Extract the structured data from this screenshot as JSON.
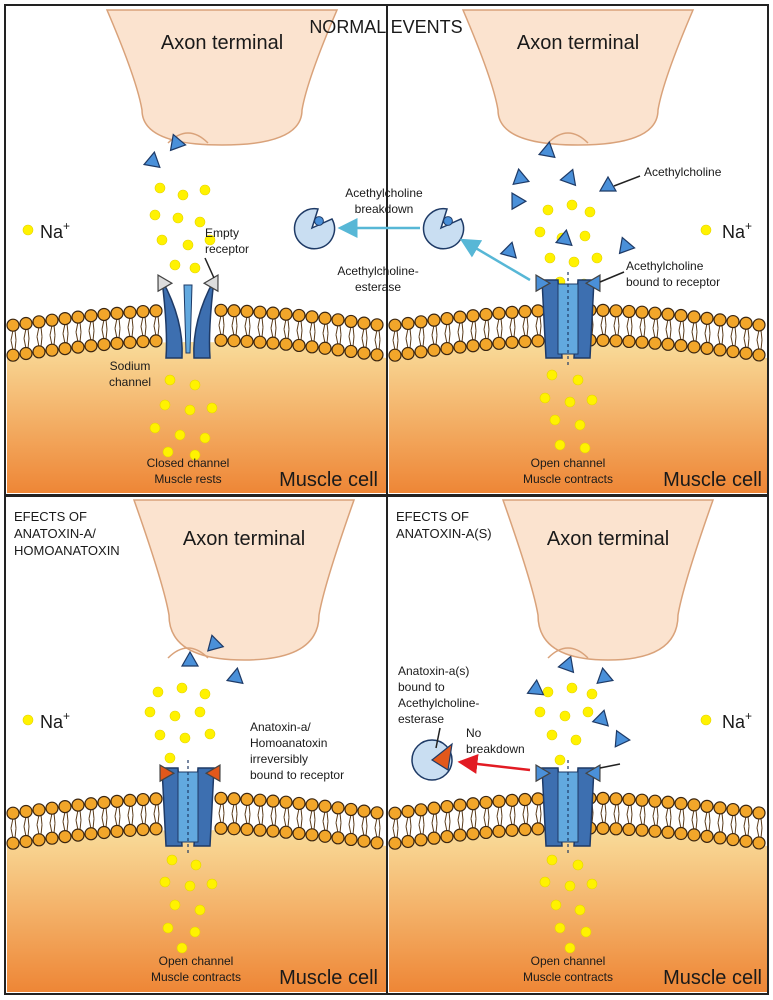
{
  "panels": {
    "normal": {
      "heading": "NORMAL EVENTS",
      "left": {
        "terminal": "Axon terminal",
        "ion": "Na",
        "ion_sup": "+",
        "empty_receptor": [
          "Empty",
          "receptor"
        ],
        "sodium_channel": [
          "Sodium",
          "channel"
        ],
        "state": [
          "Closed channel",
          "Muscle rests"
        ],
        "cell": "Muscle cell"
      },
      "right": {
        "terminal": "Axon terminal",
        "ion": "Na",
        "ion_sup": "+",
        "ach": "Acethylcholine",
        "bound": [
          "Acethylcholine",
          "bound to receptor"
        ],
        "esterase": [
          "Acethylcholine-",
          "esterase"
        ],
        "breakdown": [
          "Acethylcholine",
          "breakdown"
        ],
        "state": [
          "Open channel",
          "Muscle contracts"
        ],
        "cell": "Muscle cell"
      }
    },
    "anatoxin_a": {
      "heading": [
        "EFECTS OF",
        "ANATOXIN-A/",
        "HOMOANATOXIN"
      ],
      "terminal": "Axon terminal",
      "ion": "Na",
      "ion_sup": "+",
      "bound": [
        "Anatoxin-a/",
        "Homoanatoxin",
        "irreversibly",
        "bound to receptor"
      ],
      "state": [
        "Open channel",
        "Muscle contracts"
      ],
      "cell": "Muscle cell"
    },
    "anatoxin_as": {
      "heading": [
        "EFECTS OF",
        "ANATOXIN-A(S)"
      ],
      "terminal": "Axon terminal",
      "ion": "Na",
      "ion_sup": "+",
      "bound": [
        "Anatoxin-a(s)",
        "bound to",
        "Acethylcholine-",
        "esterase"
      ],
      "no_breakdown": [
        "No",
        "breakdown"
      ],
      "state": [
        "Open channel",
        "Muscle contracts"
      ],
      "cell": "Muscle cell"
    }
  },
  "colors": {
    "terminal_fill": "#fbe3cf",
    "terminal_stroke": "#d9a27a",
    "cell_top": "#f7d28f",
    "cell_bottom": "#ef8a3c",
    "lipid_head": "#f2a62a",
    "channel": "#3d6fb0",
    "channel_light": "#62a9df",
    "sodium": "#fff200",
    "ach": "#4a90d9",
    "toxin": "#e2581b",
    "arrow_normal": "#57b7d6",
    "arrow_block": "#e21b23",
    "esterase": "#c9def2"
  }
}
